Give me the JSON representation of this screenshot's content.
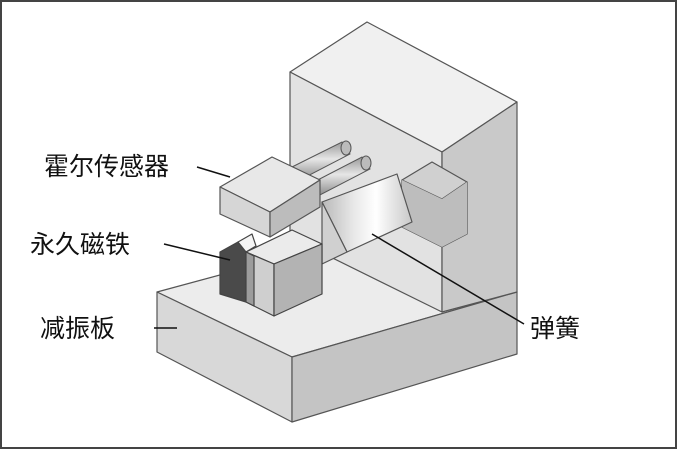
{
  "labels": {
    "hall_sensor": "霍尔传感器",
    "permanent_magnet": "永久磁铁",
    "damping_plate": "减振板",
    "spring": "弹簧"
  }
}
